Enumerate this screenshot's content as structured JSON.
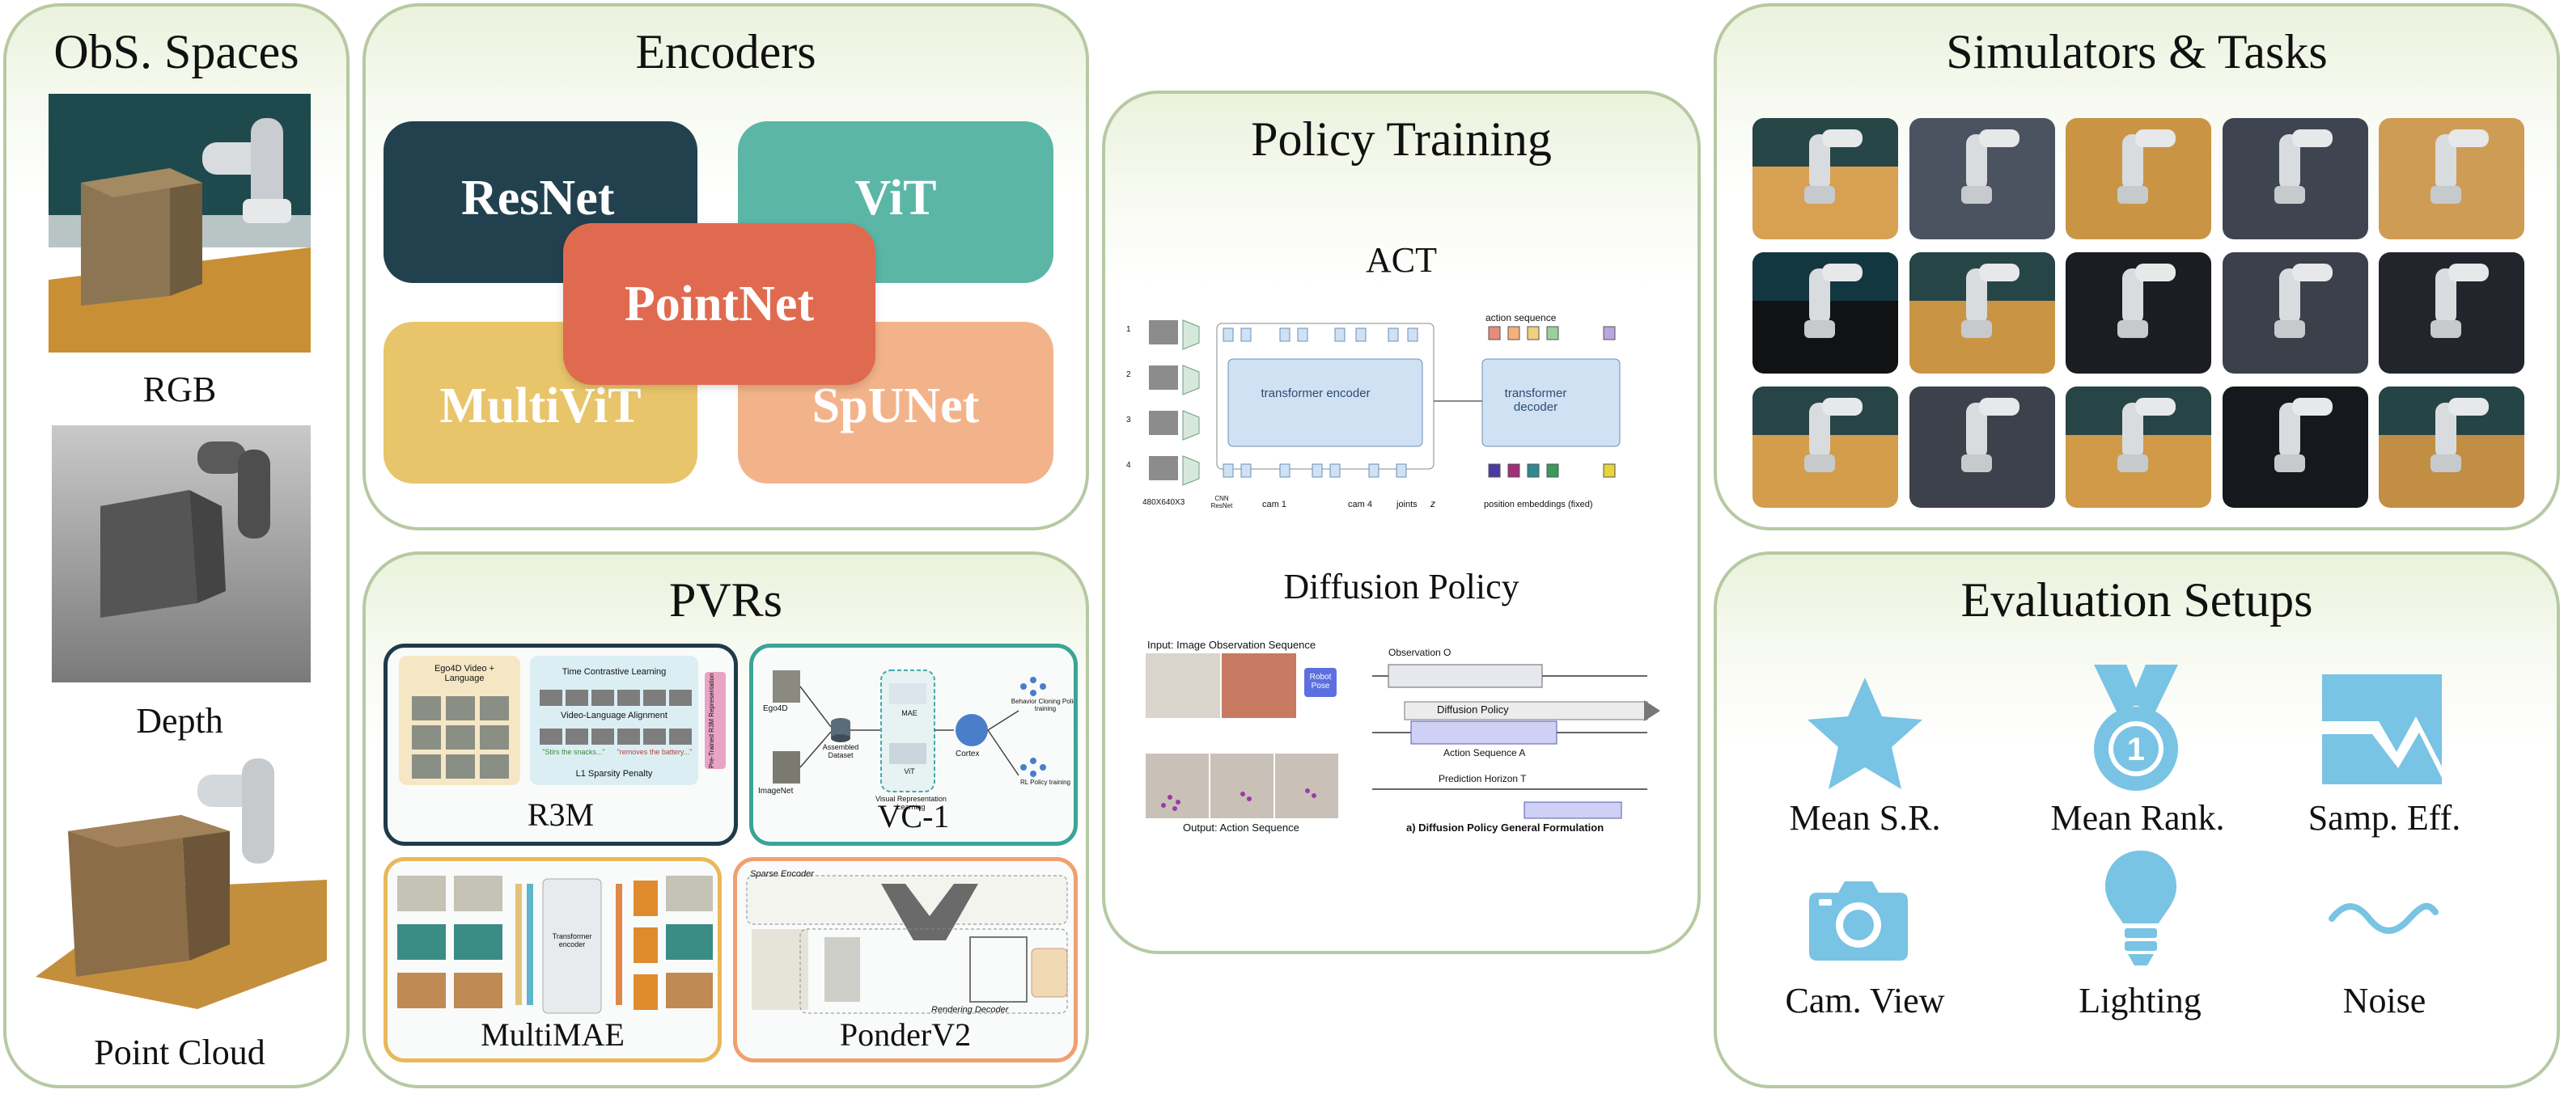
{
  "obs": {
    "title": "ObS. Spaces",
    "items": [
      "RGB",
      "Depth",
      "Point Cloud"
    ]
  },
  "encoders": {
    "title": "Encoders",
    "items": [
      {
        "label": "ResNet",
        "color": "#22414e"
      },
      {
        "label": "ViT",
        "color": "#5bb6a6"
      },
      {
        "label": "PointNet",
        "color": "#e06a4f"
      },
      {
        "label": "MultiViT",
        "color": "#e8c56a"
      },
      {
        "label": "SpUNet",
        "color": "#f3b38a"
      }
    ]
  },
  "pvrs": {
    "title": "PVRs",
    "items": [
      {
        "label": "R3M",
        "color": "#1f3a4a",
        "annotations": [
          "Ego4D Video + Language",
          "Time Contrastive Learning",
          "Video-Language Alignment",
          "L1 Sparsity Penalty",
          "Pre-Trained R3M Representation",
          "\"Stirs the snacks...\"",
          "\"removes the battery...\""
        ]
      },
      {
        "label": "VC-1",
        "color": "#3aa596",
        "annotations": [
          "Ego4D",
          "ImageNet",
          "Assembled Dataset",
          "MAE",
          "ViT",
          "Cortex",
          "Visual Representation Learning",
          "Behavior Cloning Policy training",
          "RL Policy training"
        ]
      },
      {
        "label": "MultiMAE",
        "color": "#e8b85a",
        "annotations": [
          "Transformer encoder"
        ]
      },
      {
        "label": "PonderV2",
        "color": "#f0a070",
        "annotations": [
          "Sparse Encoder",
          "Rendering Decoder"
        ]
      }
    ]
  },
  "policy": {
    "title": "Policy Training",
    "act": {
      "title": "ACT",
      "annotations": [
        "action sequence",
        "transformer encoder",
        "transformer decoder",
        "480X640X3",
        "CNN ResNet",
        "cam 1",
        "cam 4",
        "joints",
        "z",
        "position embeddings (fixed)"
      ],
      "row_numbers": [
        "1",
        "2",
        "3",
        "4"
      ]
    },
    "diffusion": {
      "title": "Diffusion Policy",
      "annotations": [
        "Input: Image Observation Sequence",
        "Robot Pose",
        "Output: Action Sequence",
        "Observation O",
        "Diffusion Policy",
        "Action Sequence A",
        "Prediction Horizon T",
        "a) Diffusion Policy General Formulation"
      ]
    }
  },
  "simulators": {
    "title": "Simulators & Tasks",
    "tile_colors": [
      "#d7a052",
      "#4b5260",
      "#c99545",
      "#3f4550",
      "#cf9c55",
      "#101214",
      "#c99545",
      "#1a1d22",
      "#3c404a",
      "#22262c",
      "#d39d4c",
      "#3c414b",
      "#d09a49",
      "#15181c",
      "#c28e44"
    ]
  },
  "evaluation": {
    "title": "Evaluation Setups",
    "accent": "#79c3e4",
    "items": [
      {
        "label": "Mean S.R.",
        "icon": "star-icon"
      },
      {
        "label": "Mean Rank.",
        "icon": "medal-icon"
      },
      {
        "label": "Samp. Eff.",
        "icon": "trend-chart-icon"
      },
      {
        "label": "Cam. View",
        "icon": "camera-icon"
      },
      {
        "label": "Lighting",
        "icon": "lightbulb-icon"
      },
      {
        "label": "Noise",
        "icon": "wave-icon"
      }
    ]
  }
}
